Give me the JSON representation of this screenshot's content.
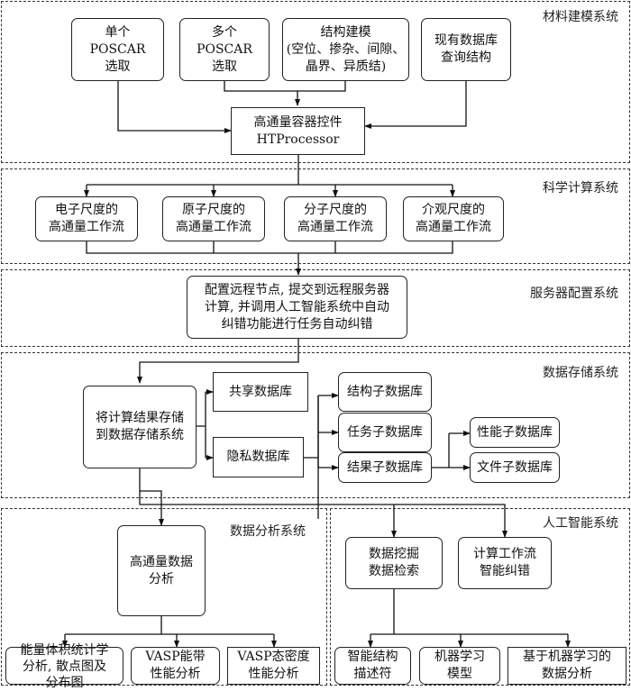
{
  "sections": {
    "material_modeling": "材料建模系统",
    "scientific_computing": "科学计算系统",
    "server_config": "服务器配置系统",
    "data_storage": "数据存储系统",
    "data_analysis": "数据分析系统",
    "ai": "人工智能系统"
  },
  "nodes": {
    "single_poscar": "单个\nPOSCAR\n选取",
    "multi_poscar": "多个\nPOSCAR\n选取",
    "structure_modeling": "结构建模\n(空位、掺杂、间隙、\n晶界、异质结)",
    "db_query": "现有数据库\n查询结构",
    "htprocessor": "高通量容器控件\nHTProcessor",
    "electron_wf": "电子尺度的\n高通量工作流",
    "atom_wf": "原子尺度的\n高通量工作流",
    "molecule_wf": "分子尺度的\n高通量工作流",
    "meso_wf": "介观尺度的\n高通量工作流",
    "server_node": "配置远程节点, 提交到远程服务器\n计算, 并调用人工智能系统中自动\n纠错功能进行任务自动纠错",
    "store_results": "将计算结果存储\n到数据存储系统",
    "shared_db": "共享数据库",
    "private_db": "隐私数据库",
    "structure_subdb": "结构子数据库",
    "task_subdb": "任务子数据库",
    "result_subdb": "结果子数据库",
    "performance_subdb": "性能子数据库",
    "file_subdb": "文件子数据库",
    "ht_analysis": "高通量数据\n分析",
    "energy_volume": "能量体积统计学\n分析, 散点图及\n分布图",
    "vasp_band": "VASP能带\n性能分析",
    "vasp_dos": "VASP态密度\n性能分析",
    "data_mining": "数据挖掘\n数据检索",
    "wf_correction": "计算工作流\n智能纠错",
    "structure_descriptor": "智能结构\n描述符",
    "ml_model": "机器学习\n模型",
    "ml_analysis": "基于机器学习的\n数据分析"
  }
}
